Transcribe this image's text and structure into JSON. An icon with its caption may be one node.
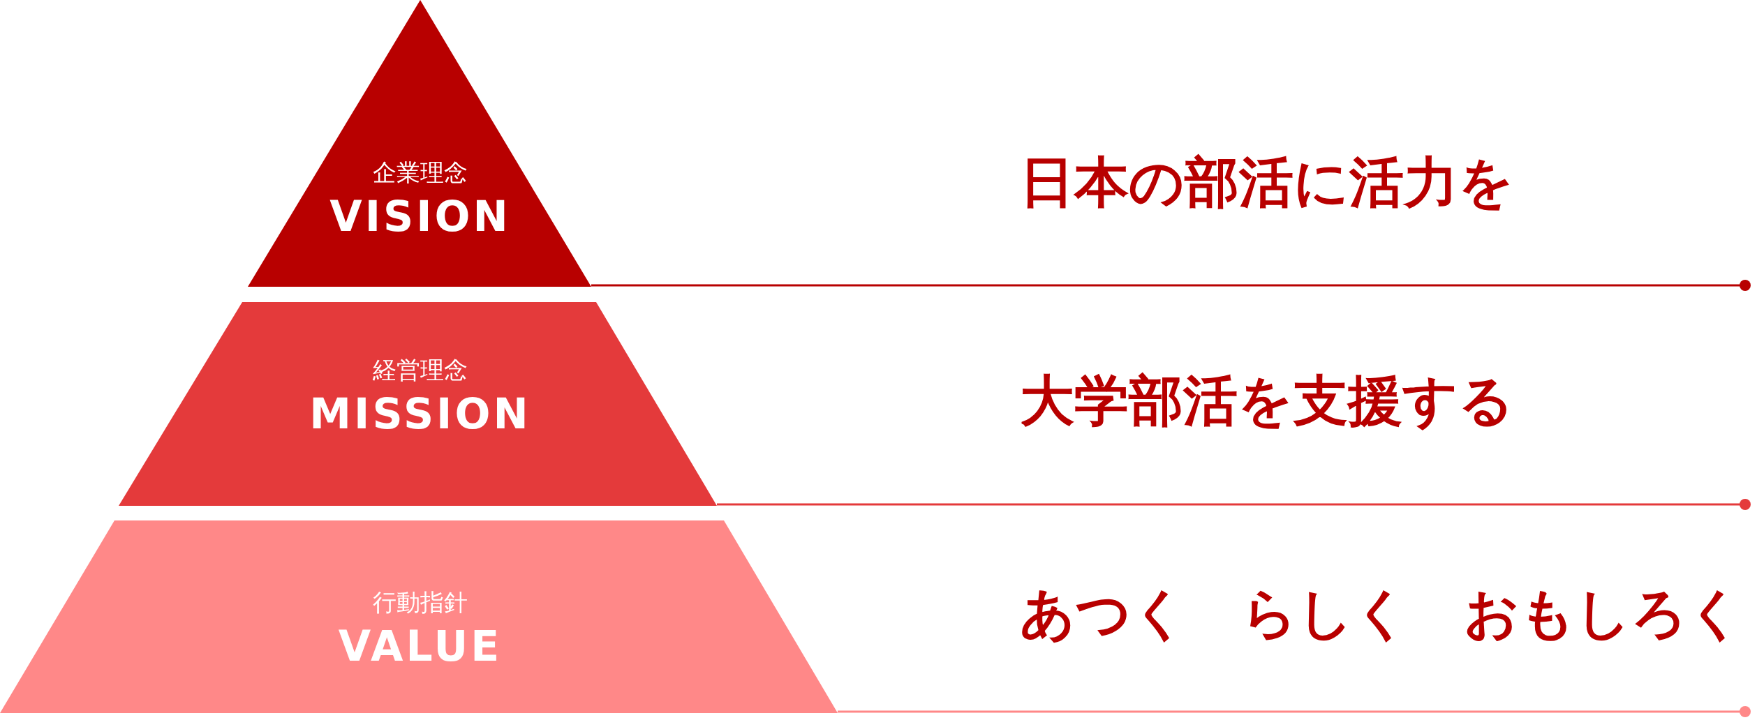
{
  "diagram": {
    "nodes": [
      {
        "text": [
          "企業理念",
          "VISION"
        ]
      },
      {
        "text": [
          "経営理念",
          "MISSION"
        ]
      },
      {
        "text": [
          "行動指針",
          "VALUE"
        ]
      }
    ],
    "labels": [
      "日本の部活に活力を",
      "大学部活を支援する",
      "あつく　らしく　おもしろく"
    ]
  }
}
